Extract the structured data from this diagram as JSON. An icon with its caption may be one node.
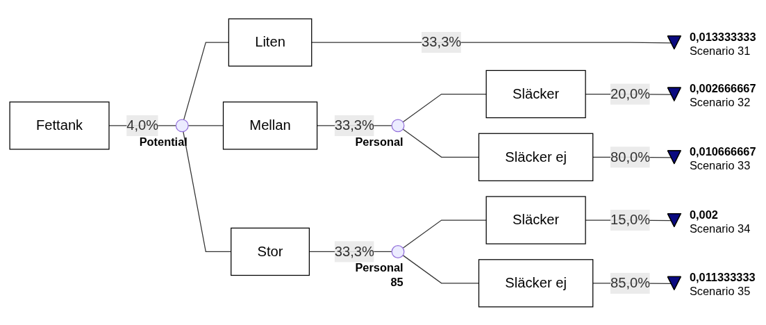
{
  "diagram": {
    "nodes": [
      {
        "text": [
          "Fettank"
        ]
      },
      {
        "text": [],
        "shape": "circle",
        "beside": [
          "Potential"
        ]
      },
      {
        "text": [
          "Liten"
        ]
      },
      {
        "text": [],
        "shape": "triangle",
        "beside": [
          "0,013333333",
          "Scenario 31"
        ]
      },
      {
        "text": [
          "Mellan"
        ]
      },
      {
        "text": [],
        "shape": "circle",
        "beside": [
          "Personal"
        ]
      },
      {
        "text": [
          "Släcker"
        ]
      },
      {
        "text": [],
        "shape": "triangle",
        "beside": [
          "0,002666667",
          "Scenario 32"
        ]
      },
      {
        "text": [
          "Släcker ej"
        ]
      },
      {
        "text": [],
        "shape": "triangle",
        "beside": [
          "0,010666667",
          "Scenario 33"
        ]
      },
      {
        "text": [
          "Stor"
        ]
      },
      {
        "text": [],
        "shape": "circle",
        "beside": [
          "Personal",
          "85"
        ]
      },
      {
        "text": [
          "Släcker"
        ]
      },
      {
        "text": [],
        "shape": "triangle",
        "beside": [
          "0,002",
          "Scenario 34"
        ]
      },
      {
        "text": [
          "Släcker ej"
        ]
      },
      {
        "text": [],
        "shape": "triangle",
        "beside": [
          "0,011333333",
          "Scenario 35"
        ]
      }
    ],
    "edges": [
      {
        "from": 0,
        "to": 1,
        "arrow": "none",
        "label": "4,0%"
      },
      {
        "from": 1,
        "to": 2,
        "arrow": "none"
      },
      {
        "from": 2,
        "to": 3,
        "arrow": "none",
        "label": "33,3%"
      },
      {
        "from": 1,
        "to": 4,
        "arrow": "none"
      },
      {
        "from": 4,
        "to": 5,
        "arrow": "none",
        "label": "33,3%"
      },
      {
        "from": 5,
        "to": 6,
        "arrow": "none"
      },
      {
        "from": 6,
        "to": 7,
        "arrow": "none",
        "label": "20,0%"
      },
      {
        "from": 5,
        "to": 8,
        "arrow": "none"
      },
      {
        "from": 8,
        "to": 9,
        "arrow": "none",
        "label": "80,0%"
      },
      {
        "from": 1,
        "to": 10,
        "arrow": "none"
      },
      {
        "from": 10,
        "to": 11,
        "arrow": "none",
        "label": "33,3%"
      },
      {
        "from": 11,
        "to": 12,
        "arrow": "none"
      },
      {
        "from": 12,
        "to": 13,
        "arrow": "none",
        "label": "15,0%"
      },
      {
        "from": 11,
        "to": 14,
        "arrow": "none"
      },
      {
        "from": 14,
        "to": 15,
        "arrow": "none",
        "label": "85,0%"
      }
    ]
  }
}
